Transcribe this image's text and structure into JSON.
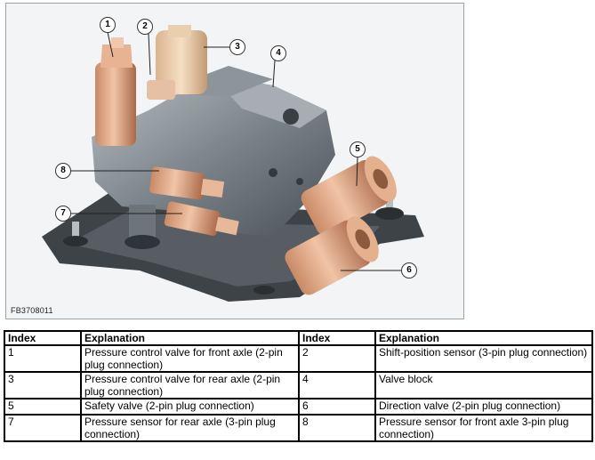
{
  "figure": {
    "code": "FB3708011",
    "callouts": [
      "1",
      "2",
      "3",
      "4",
      "5",
      "6",
      "7",
      "8"
    ]
  },
  "table": {
    "headers": [
      "Index",
      "Explanation",
      "Index",
      "Explanation"
    ],
    "rows": [
      {
        "i1": "1",
        "e1": "Pressure control valve for front axle (2-pin plug connection)",
        "i2": "2",
        "e2": "Shift-position sensor (3-pin plug connection)"
      },
      {
        "i1": "3",
        "e1": "Pressure control valve for rear axle (2-pin plug connection)",
        "i2": "4",
        "e2": "Valve block"
      },
      {
        "i1": "5",
        "e1": "Safety valve (2-pin plug connection)",
        "i2": "6",
        "e2": "Direction valve (2-pin plug connection)"
      },
      {
        "i1": "7",
        "e1": "Pressure sensor for rear axle (3-pin plug connection)",
        "i2": "8",
        "e2": "Pressure sensor for front axle 3-pin plug connection)"
      }
    ]
  }
}
